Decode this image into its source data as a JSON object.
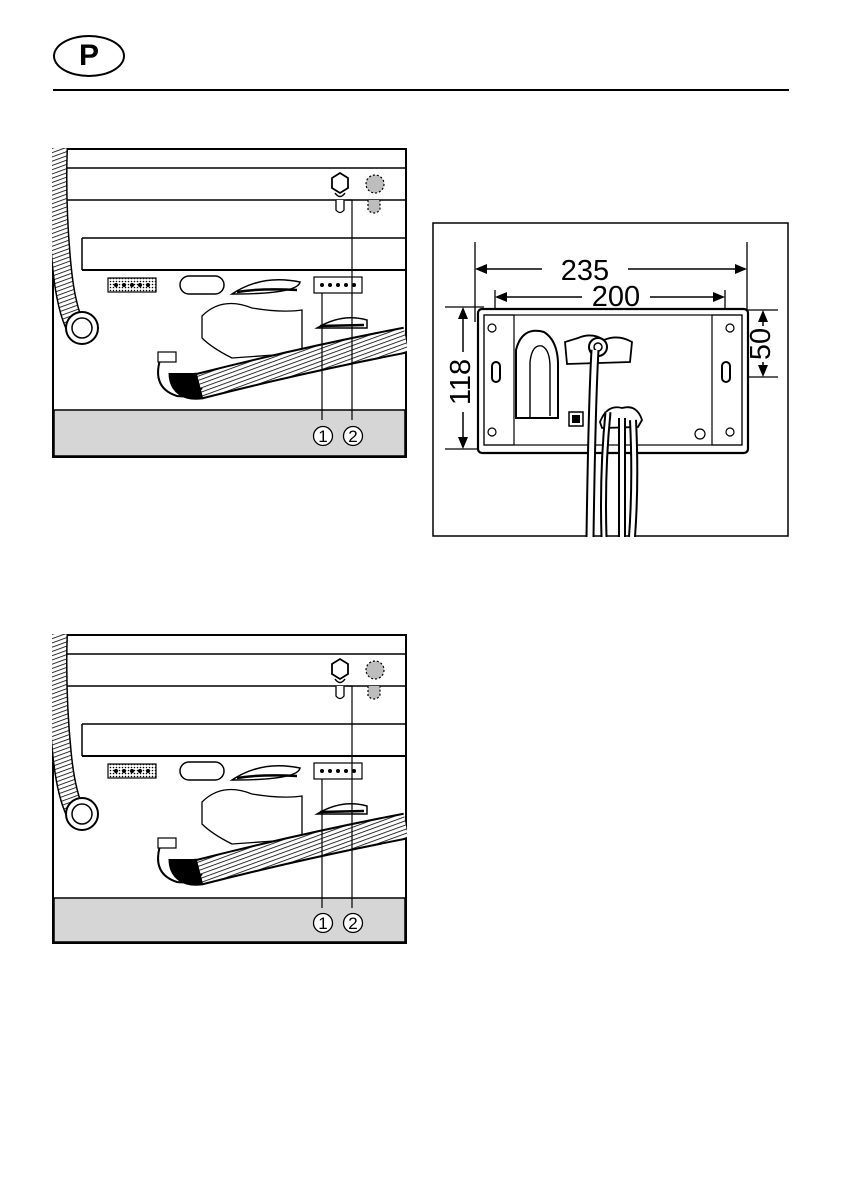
{
  "header": {
    "language_badge": "P"
  },
  "figures": {
    "top_left": {
      "callouts": [
        "1",
        "2"
      ]
    },
    "bottom_left": {
      "callouts": [
        "1",
        "2"
      ]
    },
    "mounting_plate": {
      "dimensions": {
        "outer_width": "235",
        "inner_width": "200",
        "height": "118",
        "slot_offset": "50"
      }
    }
  }
}
